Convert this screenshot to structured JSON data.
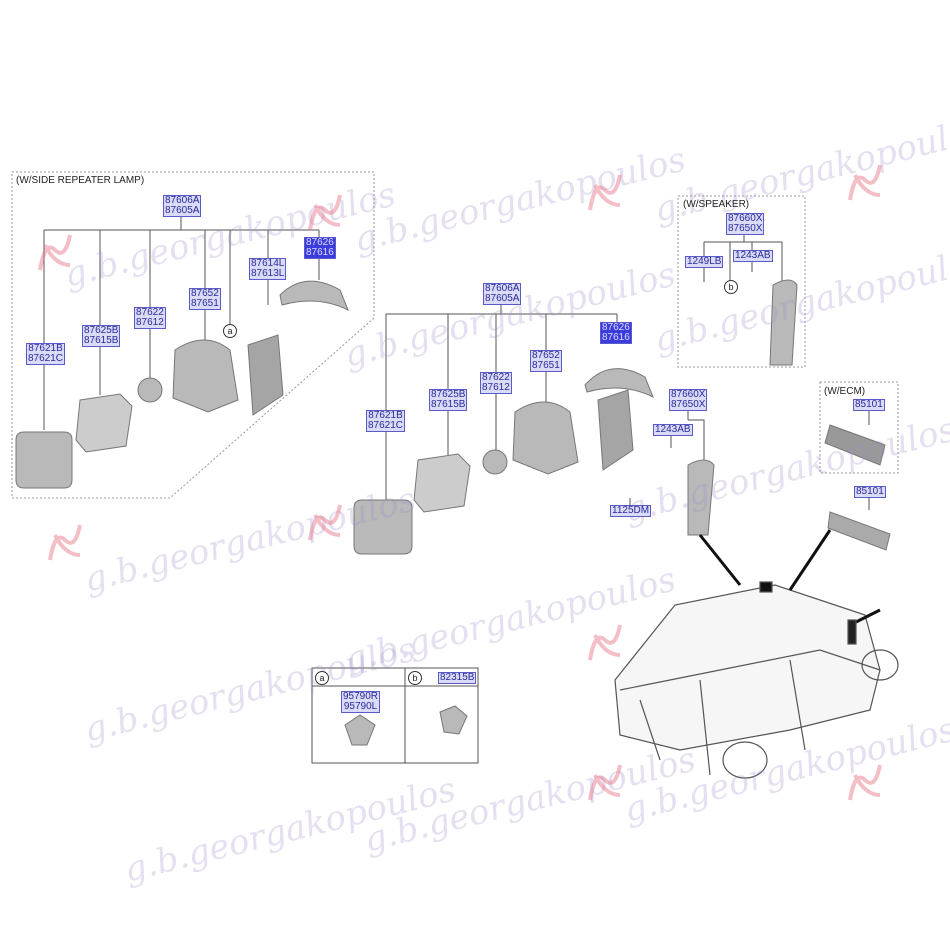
{
  "watermark": "g.b.georgakopoulos",
  "left_group": {
    "title": "(W/SIDE REPEATER LAMP)",
    "top": [
      "87606A",
      "87605A"
    ],
    "cover": [
      "87626",
      "87616"
    ],
    "lamp": [
      "87614L",
      "87613L"
    ],
    "body": [
      "87652",
      "87651"
    ],
    "cap": [
      "87622",
      "87612"
    ],
    "frame": [
      "87625B",
      "87615B"
    ],
    "glass": [
      "87621B",
      "87621C"
    ],
    "callout_a": "a"
  },
  "mid_group": {
    "top": [
      "87606A",
      "87605A"
    ],
    "cover": [
      "87626",
      "87616"
    ],
    "body": [
      "87652",
      "87651"
    ],
    "cap": [
      "87622",
      "87612"
    ],
    "frame": [
      "87625B",
      "87615B"
    ],
    "glass": [
      "87621B",
      "87621C"
    ],
    "trim": [
      "87660X",
      "87650X"
    ],
    "screw": "1243AB",
    "bolt": "1125DM"
  },
  "speaker_group": {
    "title": "(W/SPEAKER)",
    "top": [
      "87660X",
      "87650X"
    ],
    "screw1": "1249LB",
    "screw2": "1243AB",
    "callout_b": "b"
  },
  "ecm_group": {
    "title": "(W/ECM)",
    "part": "85101",
    "part2": "85101"
  },
  "inset": {
    "a_label": "a",
    "a_parts": [
      "95790R",
      "95790L"
    ],
    "b_label": "b",
    "b_part": "82315B"
  }
}
